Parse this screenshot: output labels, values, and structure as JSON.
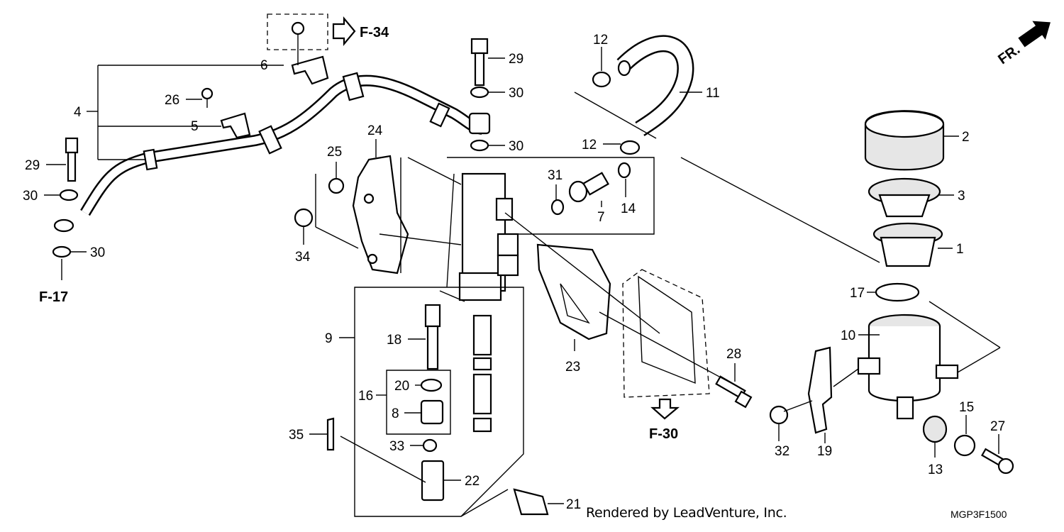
{
  "diagram": {
    "callouts": {
      "c1": "1",
      "c2": "2",
      "c3": "3",
      "c4": "4",
      "c5": "5",
      "c6": "6",
      "c7": "7",
      "c8": "8",
      "c9": "9",
      "c10": "10",
      "c11": "11",
      "c12a": "12",
      "c12b": "12",
      "c13": "13",
      "c14": "14",
      "c15": "15",
      "c16": "16",
      "c17": "17",
      "c18": "18",
      "c19": "19",
      "c20": "20",
      "c21": "21",
      "c22": "22",
      "c23": "23",
      "c24": "24",
      "c25": "25",
      "c26": "26",
      "c27": "27",
      "c28": "28",
      "c29a": "29",
      "c29b": "29",
      "c30a": "30",
      "c30b": "30",
      "c30c": "30",
      "c30d": "30",
      "c31": "31",
      "c32": "32",
      "c33": "33",
      "c34": "34",
      "c35": "35"
    },
    "refs": {
      "f34": "F-34",
      "f17": "F-17",
      "f30": "F-30"
    },
    "front_marker": "FR.",
    "credit": "Rendered by LeadVenture, Inc.",
    "diagram_code": "MGP3F1500"
  }
}
